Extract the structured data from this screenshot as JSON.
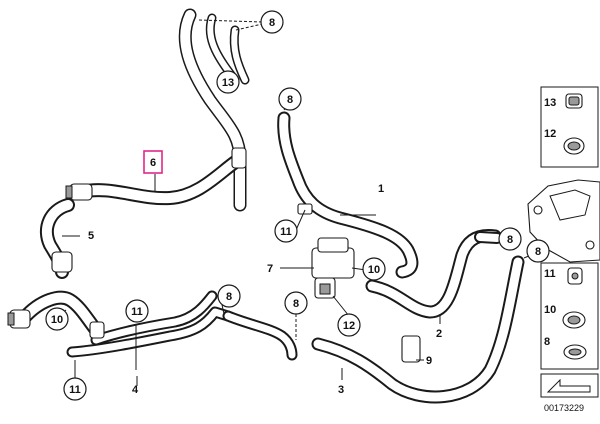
{
  "callouts": {
    "c1": "1",
    "c2": "2",
    "c3": "3",
    "c4": "4",
    "c5": "5",
    "c6": "6",
    "c7": "7",
    "c8a": "8",
    "c8b": "8",
    "c8c": "8",
    "c8d": "8",
    "c8e": "8",
    "c8f": "8",
    "c9": "9",
    "c10a": "10",
    "c10b": "10",
    "c11a": "11",
    "c11b": "11",
    "c11c": "11",
    "c12": "12",
    "c13": "13"
  },
  "legend": {
    "r13": "13",
    "r12": "12",
    "r11": "11",
    "r10": "10",
    "r8": "8"
  },
  "document_number": "00173229",
  "colors": {
    "highlight": "#e0288a",
    "line": "#1a1a1a"
  }
}
